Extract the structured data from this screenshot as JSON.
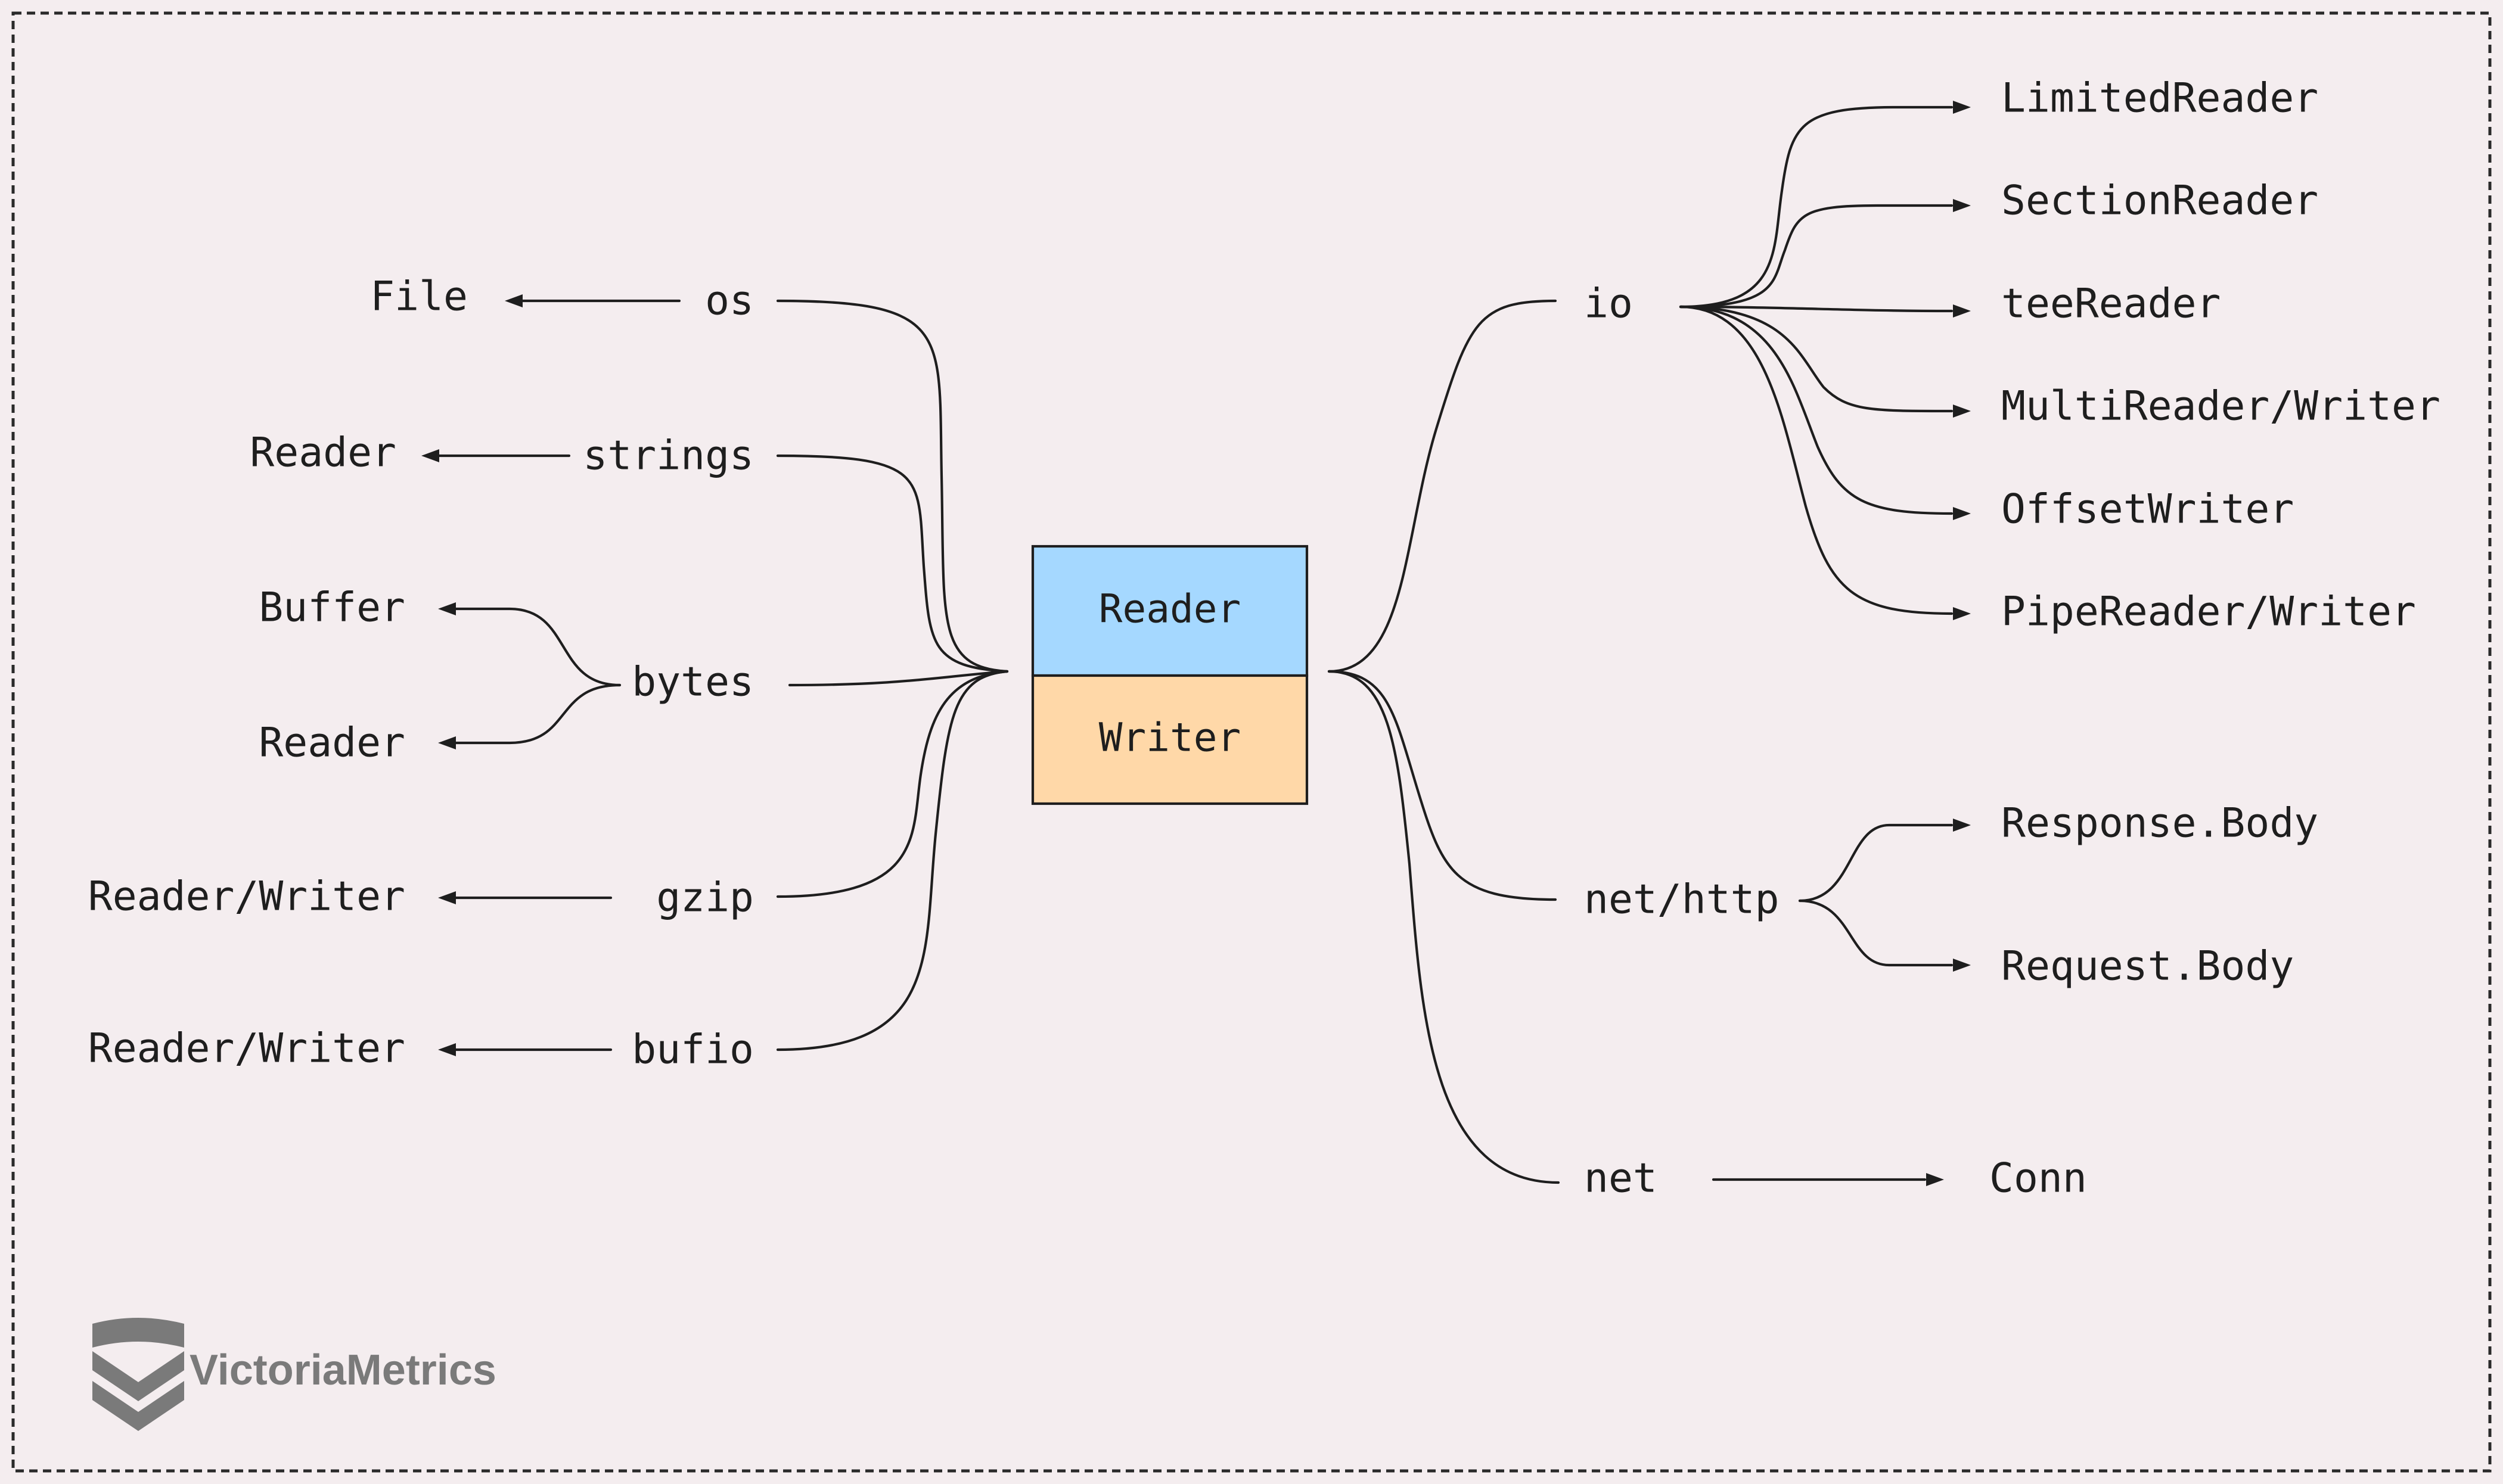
{
  "center": {
    "reader_label": "Reader",
    "writer_label": "Writer",
    "reader_color": "#a5d8ff",
    "writer_color": "#ffd8a8"
  },
  "left_branches": {
    "os": {
      "label": "os",
      "children": [
        "File"
      ]
    },
    "strings": {
      "label": "strings",
      "children": [
        "Reader"
      ]
    },
    "bytes": {
      "label": "bytes",
      "children": [
        "Buffer",
        "Reader"
      ]
    },
    "gzip": {
      "label": "gzip",
      "children": [
        "Reader/Writer"
      ]
    },
    "bufio": {
      "label": "bufio",
      "children": [
        "Reader/Writer"
      ]
    }
  },
  "right_branches": {
    "io": {
      "label": "io",
      "children": [
        "LimitedReader",
        "SectionReader",
        "teeReader",
        "MultiReader/Writer",
        "OffsetWriter",
        "PipeReader/Writer"
      ]
    },
    "net_http": {
      "label": "net/http",
      "children": [
        "Response.Body",
        "Request.Body"
      ]
    },
    "net": {
      "label": "net",
      "children": [
        "Conn"
      ]
    }
  },
  "brand": {
    "name": "VictoriaMetrics",
    "logo_icon": "victoriametrics-chevron-logo",
    "color": "#7a7a7a"
  }
}
